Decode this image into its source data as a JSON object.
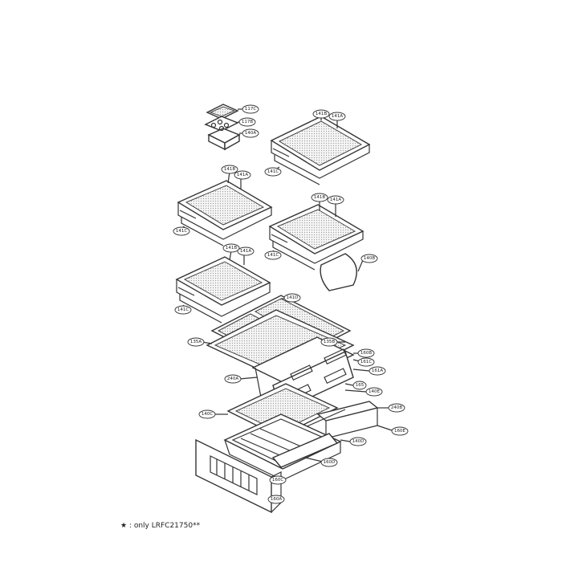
{
  "footnote": "★ : only LRFC21750**",
  "labels": {
    "l_117c": "117C",
    "l_117b": "117B",
    "l_140a_top": "140A",
    "l_141b_1": "141B",
    "l_141a_1": "141A",
    "l_141c_1": "141C",
    "l_141b_2": "141B",
    "l_141a_2": "141A",
    "l_141c_2": "141C",
    "l_141b_3": "141B",
    "l_141a_3": "141A",
    "l_141c_3": "141C",
    "l_140b": "140B",
    "l_141b_4": "141B",
    "l_141a_4": "141A",
    "l_141c_4": "141C",
    "l_141d": "141D",
    "l_135a": "135A",
    "l_135b": "135B",
    "l_160b": "160B",
    "l_161c": "161C",
    "l_161a": "161A",
    "l_240a": "240A",
    "l_165": "165",
    "l_140e": "140E",
    "l_140c": "140C",
    "l_240b": "240B",
    "l_160e": "160E",
    "l_140d": "140D",
    "l_160d": "160D",
    "l_160c": "160C",
    "l_160a": "160A"
  }
}
